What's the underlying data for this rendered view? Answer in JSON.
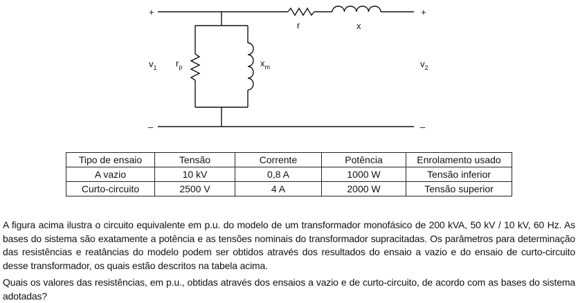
{
  "circuit": {
    "plus_left": "+",
    "plus_right": "+",
    "minus_left": "–",
    "minus_right": "–",
    "v1": "v",
    "v1_sub": "1",
    "v2": "v",
    "v2_sub": "2",
    "r": "r",
    "x": "x",
    "rp": "r",
    "rp_sub": "p",
    "xm": "x",
    "xm_sub": "m"
  },
  "table": {
    "headers": [
      "Tipo de ensaio",
      "Tensão",
      "Corrente",
      "Potência",
      "Enrolamento usado"
    ],
    "rows": [
      [
        "A vazio",
        "10 kV",
        "0,8 A",
        "1000 W",
        "Tensão inferior"
      ],
      [
        "Curto-circuito",
        "2500 V",
        "4 A",
        "2000 W",
        "Tensão superior"
      ]
    ]
  },
  "text": {
    "paragraph": "A figura acima ilustra o circuito equivalente em p.u. do modelo de um transformador monofásico de 200 kVA, 50 kV / 10 kV, 60 Hz. As bases do sistema são exatamente a potência e as tensões nominais do transformador supracitadas. Os parâmetros para determinação das resistências e reatâncias do modelo podem ser obtidos através dos resultados do ensaio a vazio e do ensaio de curto-circuito desse transformador, os quais estão descritos na tabela acima.",
    "question": "Quais os valores das resistências, em p.u., obtidas através dos ensaios a vazio e de curto-circuito, de acordo com as bases do sistema adotadas?"
  }
}
